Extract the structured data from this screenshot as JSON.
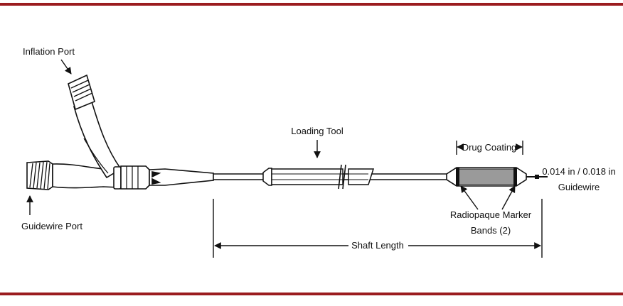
{
  "colors": {
    "rule": "#9b1c1f",
    "ink": "#111111",
    "coating": "#9a9a9a"
  },
  "labels": {
    "inflation_port": "Inflation Port",
    "guidewire_port": "Guidewire Port",
    "loading_tool": "Loading Tool",
    "drug_coating": "Drug Coating",
    "guidewire_size_line1": "0.014 in / 0.018 in",
    "guidewire_size_line2": "Guidewire",
    "marker_bands_line1": "Radiopaque Marker",
    "marker_bands_line2": "Bands (2)",
    "shaft_length": "Shaft Length"
  }
}
